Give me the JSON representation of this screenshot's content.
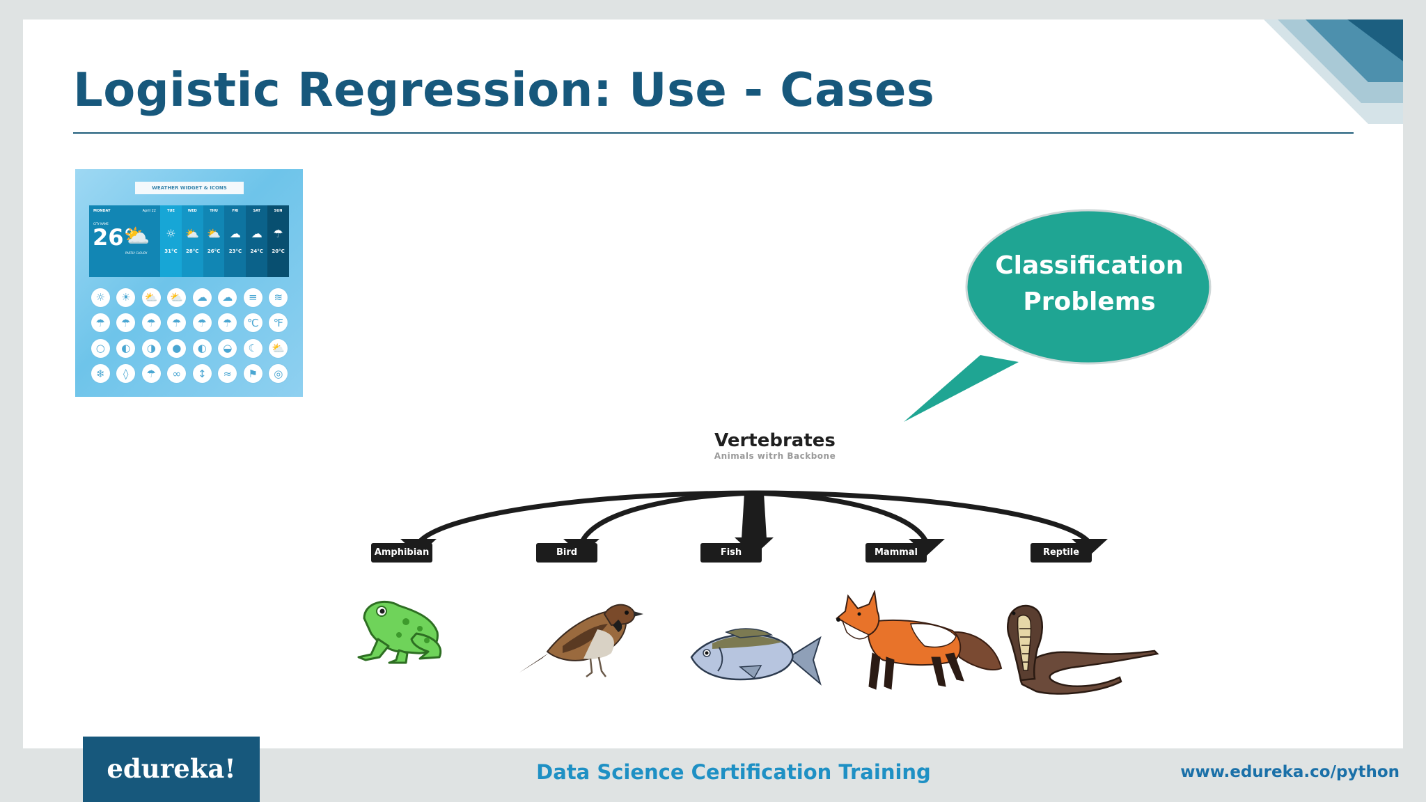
{
  "slide": {
    "title": "Logistic Regression: Use - Cases",
    "bubble_text": "Classification Problems",
    "colors": {
      "title": "#17587c",
      "bubble": "#1fa593",
      "footer_center": "#1e90c4"
    }
  },
  "weather_widget": {
    "banner": "WEATHER WIDGET & ICONS",
    "today": {
      "day": "MONDAY",
      "date": "April 22",
      "city": "CITY NAME",
      "temp": "26°",
      "condition": "PARTLY CLOUDY"
    },
    "forecast": [
      {
        "day": "TUE",
        "temp": "31°C"
      },
      {
        "day": "WED",
        "temp": "28°C"
      },
      {
        "day": "THU",
        "temp": "26°C"
      },
      {
        "day": "FRI",
        "temp": "23°C"
      },
      {
        "day": "SAT",
        "temp": "24°C"
      },
      {
        "day": "SUN",
        "temp": "20°C"
      }
    ]
  },
  "diagram": {
    "title": "Vertebrates",
    "subtitle": "Animals witrh Backbone",
    "categories": [
      {
        "label": "Amphibian",
        "animal": "frog"
      },
      {
        "label": "Bird",
        "animal": "sparrow"
      },
      {
        "label": "Fish",
        "animal": "fish"
      },
      {
        "label": "Mammal",
        "animal": "fox"
      },
      {
        "label": "Reptile",
        "animal": "cobra"
      }
    ]
  },
  "footer": {
    "logo": "edureka!",
    "center": "Data Science Certification Training",
    "url": "www.edureka.co/python"
  }
}
